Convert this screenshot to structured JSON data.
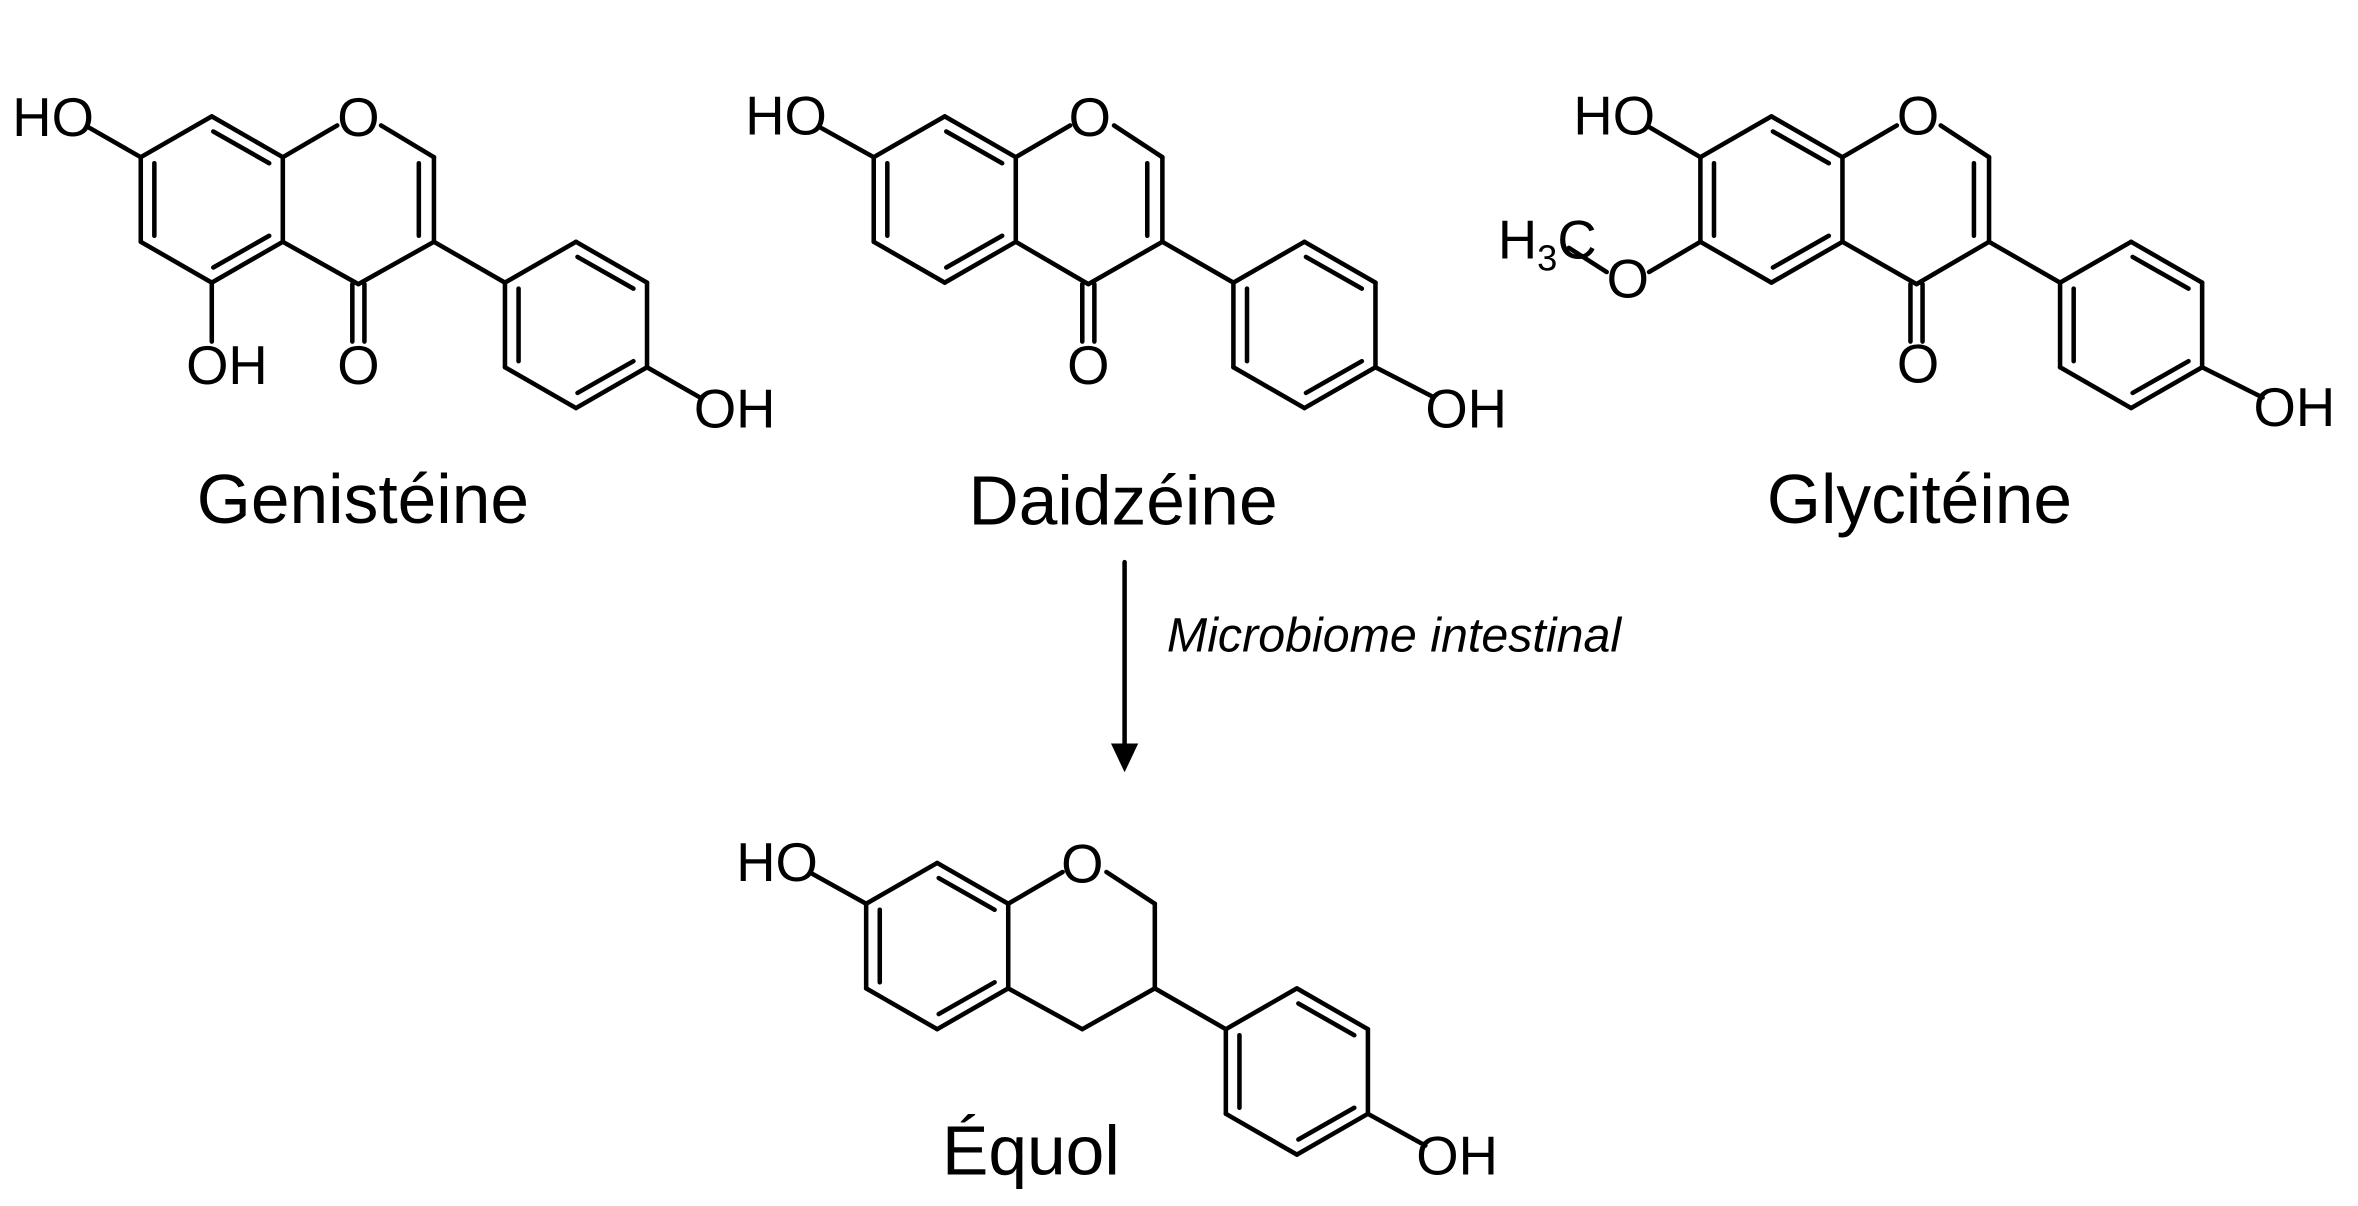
{
  "labels": {
    "ho": "HO",
    "oh": "OH",
    "o": "O",
    "h3c_h": "H",
    "h3c_3": "3",
    "h3c_c": "C"
  },
  "compounds": {
    "genisteine": "Genistéine",
    "daidzeine": "Daidzéine",
    "glyciteine": "Glycitéine",
    "equol": "Équol"
  },
  "reaction": {
    "label": "Microbiome intestinal"
  },
  "colors": {
    "ink": "#000000",
    "background": "#ffffff"
  }
}
